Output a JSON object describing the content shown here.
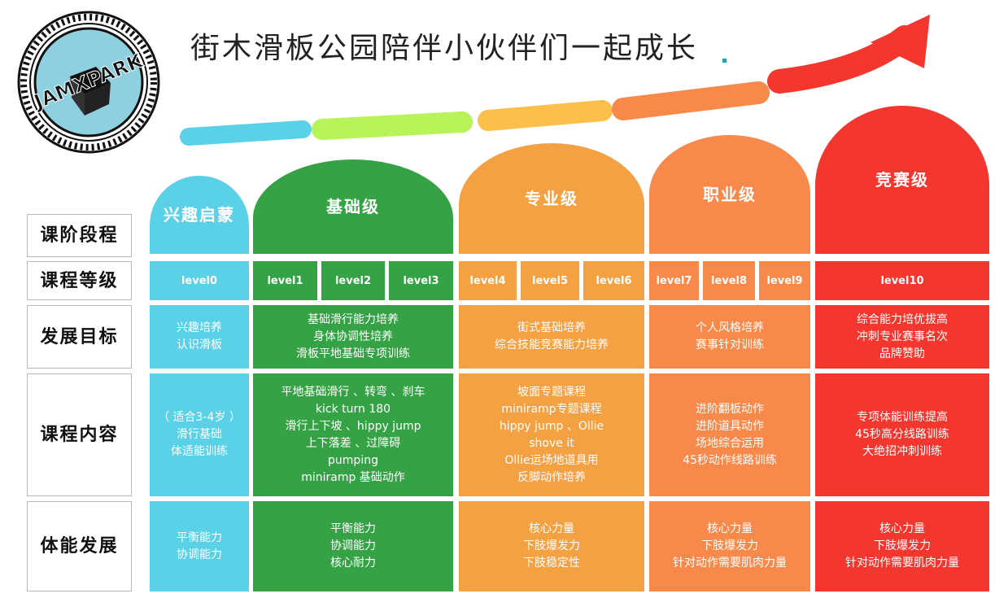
{
  "title": "街木滑板公园陪伴小伙伴们一起成长",
  "logo": {
    "text": "JAMXPARK"
  },
  "colors": {
    "cyan": "#5ad1e6",
    "green": "#34a245",
    "orange": "#f3a143",
    "orange_dark": "#f7894a",
    "red": "#f3362e",
    "progress_arrow": [
      "#5ad1e6",
      "#b9f35a",
      "#fbbf4a",
      "#f7894a",
      "#f3362e"
    ]
  },
  "row_labels": {
    "stage": "课阶段程",
    "grade": "课程等级",
    "goal": "发展目标",
    "content": "课程内容",
    "fitness": "体能发展"
  },
  "stages": [
    {
      "name": "兴趣启蒙",
      "levels": [
        "level0"
      ],
      "goals": [
        "兴趣培养",
        "认识滑板"
      ],
      "content": [
        "（ 适合3-4岁 ）",
        "滑行基础",
        "体适能训练"
      ],
      "fitness": [
        "平衡能力",
        "协调能力"
      ]
    },
    {
      "name": "基础级",
      "levels": [
        "level1",
        "level2",
        "level3"
      ],
      "goals": [
        "基础滑行能力培养",
        "身体协调性培养",
        "滑板平地基础专项训练"
      ],
      "content": [
        "平地基础滑行 、转弯 、刹车",
        "kick turn 180",
        "滑行上下坡 、hippy jump",
        "上下落差 、过障碍",
        "pumping",
        "miniramp 基础动作"
      ],
      "fitness": [
        "平衡能力",
        "协调能力",
        "核心耐力"
      ]
    },
    {
      "name": "专业级",
      "levels": [
        "level4",
        "level5",
        "level6"
      ],
      "goals": [
        "街式基础培养",
        "综合技能竞赛能力培养"
      ],
      "content": [
        "坡面专题课程",
        "miniramp专题课程",
        "hippy jump 、Ollie",
        "shove it",
        "Ollie运场地道具用",
        "反脚动作培养"
      ],
      "fitness": [
        "核心力量",
        "下肢爆发力",
        "下肢稳定性"
      ]
    },
    {
      "name": "职业级",
      "levels": [
        "level7",
        "level8",
        "level9"
      ],
      "goals": [
        "个人风格培养",
        "赛事针对训练"
      ],
      "content": [
        "进阶翻板动作",
        "进阶道具动作",
        "场地综合运用",
        "45秒动作线路训练"
      ],
      "fitness": [
        "核心力量",
        "下肢爆发力",
        "针对动作需要肌肉力量"
      ]
    },
    {
      "name": "竞赛级",
      "levels": [
        "level10"
      ],
      "goals": [
        "综合能力培优拔高",
        "冲刺专业赛事名次",
        "品牌赞助"
      ],
      "content": [
        "专项体能训练提高",
        "45秒高分线路训练",
        "大绝招冲刺训练"
      ],
      "fitness": [
        "核心力量",
        "下肢爆发力",
        "针对动作需要肌肉力量"
      ]
    }
  ]
}
